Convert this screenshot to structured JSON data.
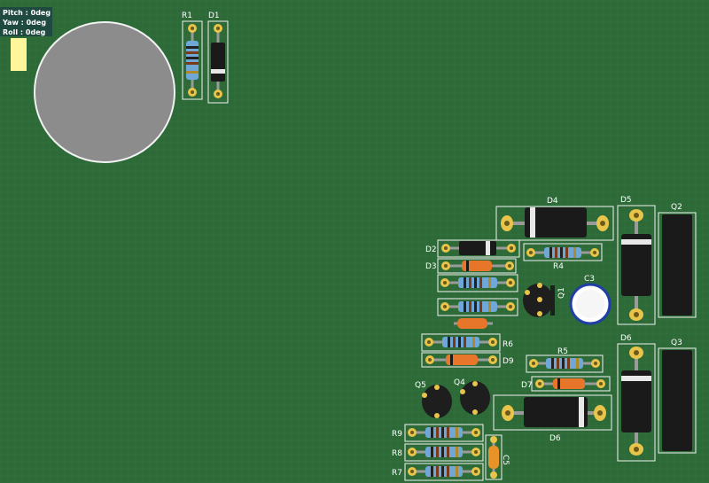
{
  "hud": {
    "pitch": "Pitch : 0deg",
    "yaw": "Yaw : 0deg",
    "roll": "Roll : 0deg"
  },
  "colors": {
    "board": "#2d6a38",
    "silkscreen": "#f2f2f2",
    "pad": "#e8c44a",
    "lead": "#9a9a9a",
    "resistor_body": "#6fa8d6",
    "diode_body": "#1a1a1a",
    "small_diode_body": "#e8762a",
    "capacitor_outline": "#1f3fa6",
    "hud_bg": "#1f4a40",
    "marker": "#fff59a"
  },
  "labels": {
    "R1": "R1",
    "D1": "D1",
    "D2": "D2",
    "D3": "D3",
    "D4": "D4",
    "D5": "D5",
    "D6_small": "D6",
    "D6": "D6",
    "D7": "D7",
    "D9": "D9",
    "R4": "R4",
    "R5": "R5",
    "R6": "R6",
    "R7": "R7",
    "R8": "R8",
    "R9": "R9",
    "C3": "C3",
    "C5": "C5",
    "Q1": "Q1",
    "Q2": "Q2",
    "Q3": "Q3",
    "Q4": "Q4",
    "Q5": "Q5"
  }
}
